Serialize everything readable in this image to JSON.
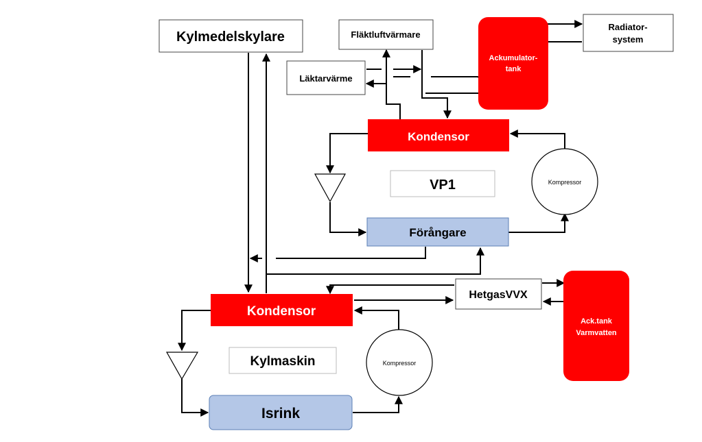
{
  "colors": {
    "red": "#ff0000",
    "blue": "#b4c7e7",
    "line": "#000000",
    "box_border": "#999999"
  },
  "blocks": {
    "kylmedelskylare": "Kylmedelskylare",
    "flaktluftvarmare": "Fläktluftvärmare",
    "laktarvarme": "Läktarvärme",
    "ackumulatortank_line1": "Ackumulator-",
    "ackumulatortank_line2": "tank",
    "radiator_line1": "Radiator-",
    "radiator_line2": "system",
    "kondensor_vp1": "Kondensor",
    "vp1": "VP1",
    "kompressor_vp1": "Kompressor",
    "forangare": "Förångare",
    "kondensor_kylmaskin": "Kondensor",
    "hetgasvvx": "HetgasVVX",
    "ack_varmvatten_line1": "Ack.tank",
    "ack_varmvatten_line2": "Varmvatten",
    "kylmaskin": "Kylmaskin",
    "kompressor_kylmaskin": "Kompressor",
    "isrink": "Isrink"
  }
}
